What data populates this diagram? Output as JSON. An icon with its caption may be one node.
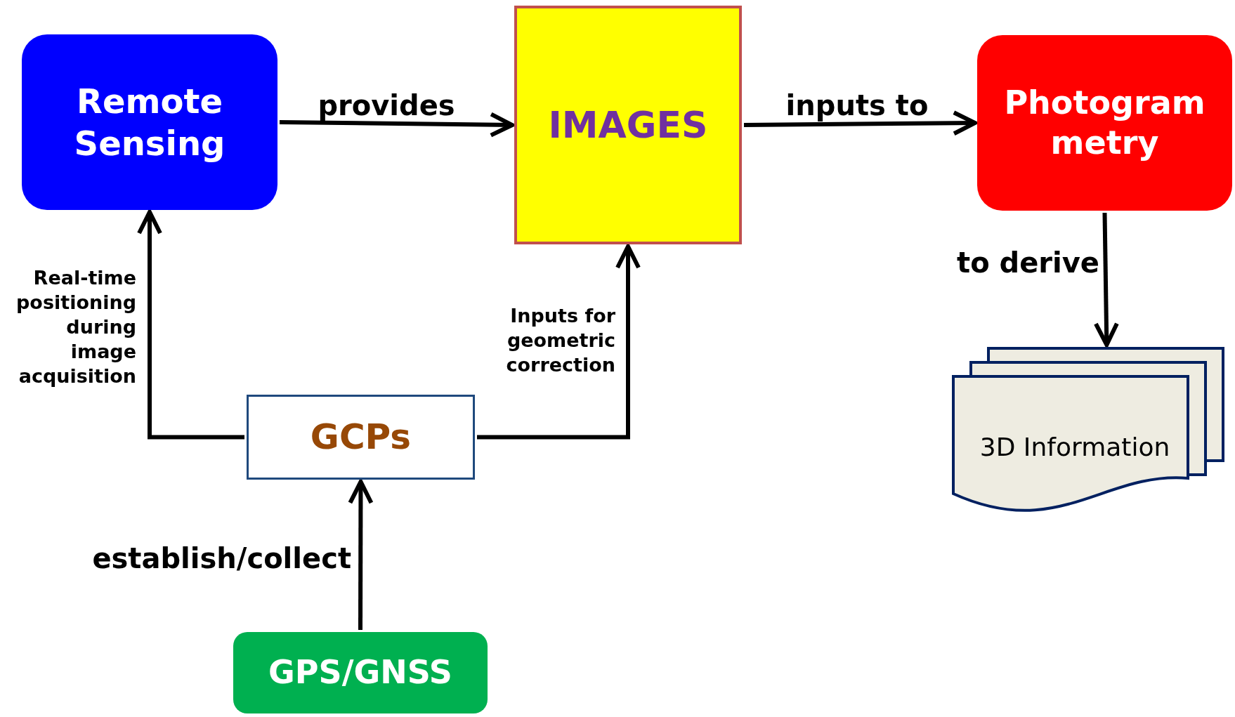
{
  "diagram": {
    "nodes": [
      {
        "text": [
          "Remote Sensing"
        ]
      },
      {
        "text": [
          "IMAGES"
        ]
      },
      {
        "text": [
          "Photogram metry"
        ]
      },
      {
        "text": [
          "GCPs"
        ]
      },
      {
        "text": [
          "GPS/GNSS"
        ]
      },
      {
        "text": [
          "3D Information"
        ]
      }
    ],
    "edges": [
      {
        "from": 0,
        "to": 1,
        "arrow": "to",
        "label": "provides"
      },
      {
        "from": 1,
        "to": 2,
        "arrow": "to",
        "label": "inputs to"
      },
      {
        "from": 2,
        "to": 5,
        "arrow": "to",
        "label": "to derive"
      },
      {
        "from": 4,
        "to": 3,
        "arrow": "to",
        "label": "establish/collect"
      },
      {
        "from": 3,
        "to": 0,
        "arrow": "to",
        "label": "Real-time positioning during image acquisition"
      },
      {
        "from": 3,
        "to": 1,
        "arrow": "to",
        "label": "Inputs for geometric correction"
      }
    ]
  }
}
